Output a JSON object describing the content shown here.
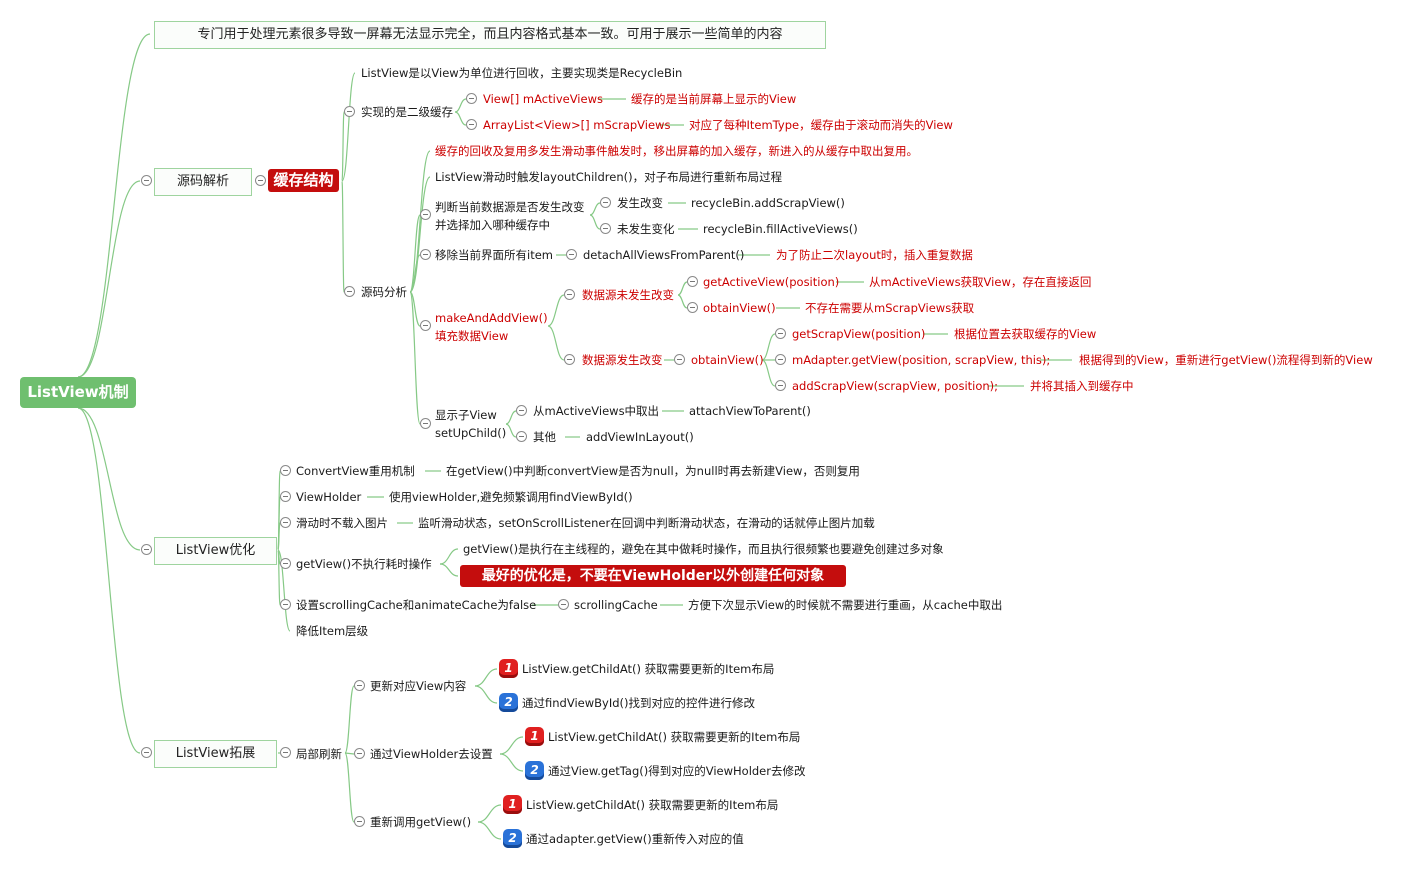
{
  "root": "ListView机制",
  "intro": "专门用于处理元素很多导致一屏幕无法显示完全，而且内容格式基本一致。可用于展示一些简单的内容",
  "source": {
    "title": "源码解析",
    "cache_tag": "缓存结构",
    "recycle_desc": "ListView是以View为单位进行回收，主要实现类是RecycleBin",
    "two_level": "实现的是二级缓存",
    "active_views": "View[] mActiveViews",
    "active_desc": "缓存的是当前屏幕上显示的View",
    "scrap_views": "ArrayList<View>[] mScrapViews",
    "scrap_desc": "对应了每种ItemType，缓存由于滚动而消失的View",
    "analysis": "源码分析",
    "scroll_note": "缓存的回收及复用多发生滑动事件触发时，移出屏幕的加入缓存，新进入的从缓存中取出复用。",
    "layout_children": "ListView滑动时触发layoutChildren()，对子布局进行重新布局过程",
    "judge_line1": "判断当前数据源是否发生改变",
    "judge_line2": "并选择加入哪种缓存中",
    "changed": "发生改变",
    "add_scrap": "recycleBin.addScrapView()",
    "unchanged": "未发生变化",
    "fill_active": "recycleBin.fillActiveViews()",
    "remove_items": "移除当前界面所有item",
    "detach": "detachAllViewsFromParent()",
    "detach_desc": "为了防止二次layout时，插入重复数据",
    "make_add_1": "makeAndAddView()",
    "make_add_2": "填充数据View",
    "src_unchanged": "数据源未发生改变",
    "get_active": "getActiveView(position)",
    "get_active_desc": "从mActiveViews获取View，存在直接返回",
    "obtain_view": "obtainView()",
    "obtain_desc": "不存在需要从mScrapViews获取",
    "src_changed": "数据源发生改变",
    "obtain_view2": "obtainView()",
    "get_scrap": "getScrapView(position)",
    "get_scrap_desc": "根据位置去获取缓存的View",
    "adapter_get": "mAdapter.getView(position, scrapView, this);",
    "adapter_get_desc": "根据得到的View，重新进行getView()流程得到新的View",
    "add_scrap2": "addScrapView(scrapView, position);",
    "add_scrap2_desc": "并将其插入到缓存中",
    "show_child_1": "显示子View",
    "show_child_2": "setUpChild()",
    "from_active": "从mActiveViews中取出",
    "attach": "attachViewToParent()",
    "other": "其他",
    "add_in_layout": "addViewInLayout()"
  },
  "optimize": {
    "title": "ListView优化",
    "convert_view": "ConvertView重用机制",
    "convert_desc": "在getView()中判断convertView是否为null，为null时再去新建View，否则复用",
    "view_holder": "ViewHolder",
    "view_holder_desc": "使用viewHolder,避免频繁调用findViewById()",
    "no_image": "滑动时不载入图片",
    "no_image_desc": "监听滑动状态，setOnScrollListener在回调中判断滑动状态，在滑动的话就停止图片加载",
    "no_heavy": "getView()不执行耗时操作",
    "no_heavy_desc": "getView()是执行在主线程的，避免在其中做耗时操作，而且执行很频繁也要避免创建过多对象",
    "best_tag": "最好的优化是，不要在ViewHolder以外创建任何对象",
    "scroll_cache": "设置scrollingCache和animateCache为false",
    "scrolling_cache": "scrollingCache",
    "scrolling_cache_desc": "方便下次显示View的时候就不需要进行重画，从cache中取出",
    "reduce_level": "降低Item层级"
  },
  "extend": {
    "title": "ListView拓展",
    "partial": "局部刷新",
    "update_content": "更新对应View内容",
    "u1": "ListView.getChildAt() 获取需要更新的Item布局",
    "u2": "通过findViewById()找到对应的控件进行修改",
    "via_holder": "通过ViewHolder去设置",
    "h1": "ListView.getChildAt() 获取需要更新的Item布局",
    "h2": "通过View.getTag()得到对应的ViewHolder去修改",
    "recall": "重新调用getView()",
    "r1": "ListView.getChildAt() 获取需要更新的Item布局",
    "r2": "通过adapter.getView()重新传入对应的值",
    "badge1": "1",
    "badge2": "2"
  },
  "colors": {
    "line": "#86c986",
    "root": "#6fbf6f",
    "red": "#cc0000",
    "tag": "#c40d0d"
  }
}
